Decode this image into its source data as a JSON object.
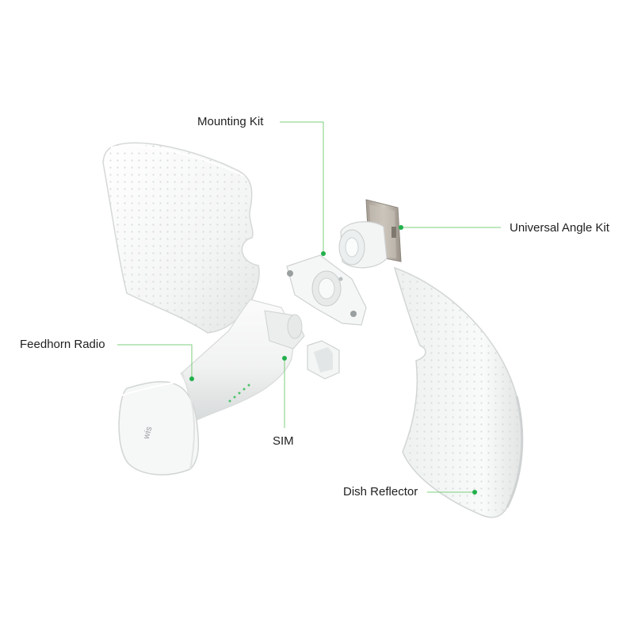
{
  "diagram": {
    "labels": {
      "mounting_kit": "Mounting Kit",
      "universal_angle_kit": "Universal Angle Kit",
      "feedhorn_radio": "Feedhorn Radio",
      "sim": "SIM",
      "dish_reflector": "Dish Reflector"
    },
    "logo_text": "wis",
    "colors": {
      "leader_line": "#7ccf7c",
      "marker_dot": "#22b04b",
      "text": "#1f1f1f",
      "body_white": "#f7f8f8",
      "shadow_grey": "#d9dcdc",
      "metal_bracket": "#b9b2a8",
      "led_green": "#4cc36a"
    }
  }
}
